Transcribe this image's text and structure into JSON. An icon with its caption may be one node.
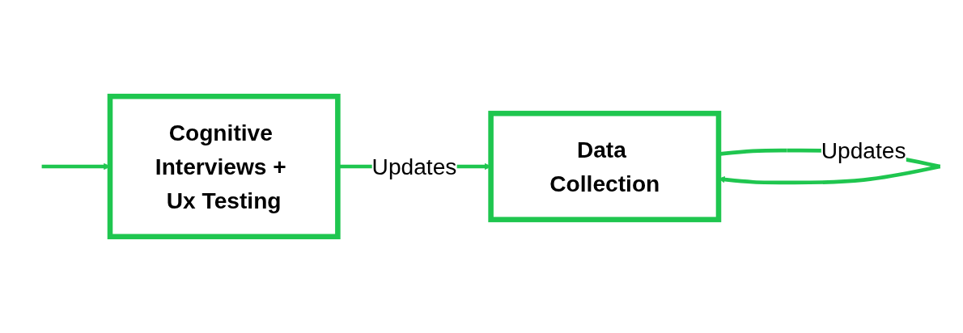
{
  "diagram": {
    "nodes": [
      {
        "text": [
          "Cognitive Interviews + Ux Testing"
        ]
      },
      {
        "text": [
          "Data Collection"
        ]
      }
    ],
    "edges": [
      {
        "from": null,
        "to": 0,
        "arrow": "to"
      },
      {
        "from": 0,
        "to": 1,
        "label": "Updates",
        "arrow": "to"
      },
      {
        "from": 1,
        "to": 1,
        "label": "Updates",
        "arrow": "to"
      }
    ]
  }
}
